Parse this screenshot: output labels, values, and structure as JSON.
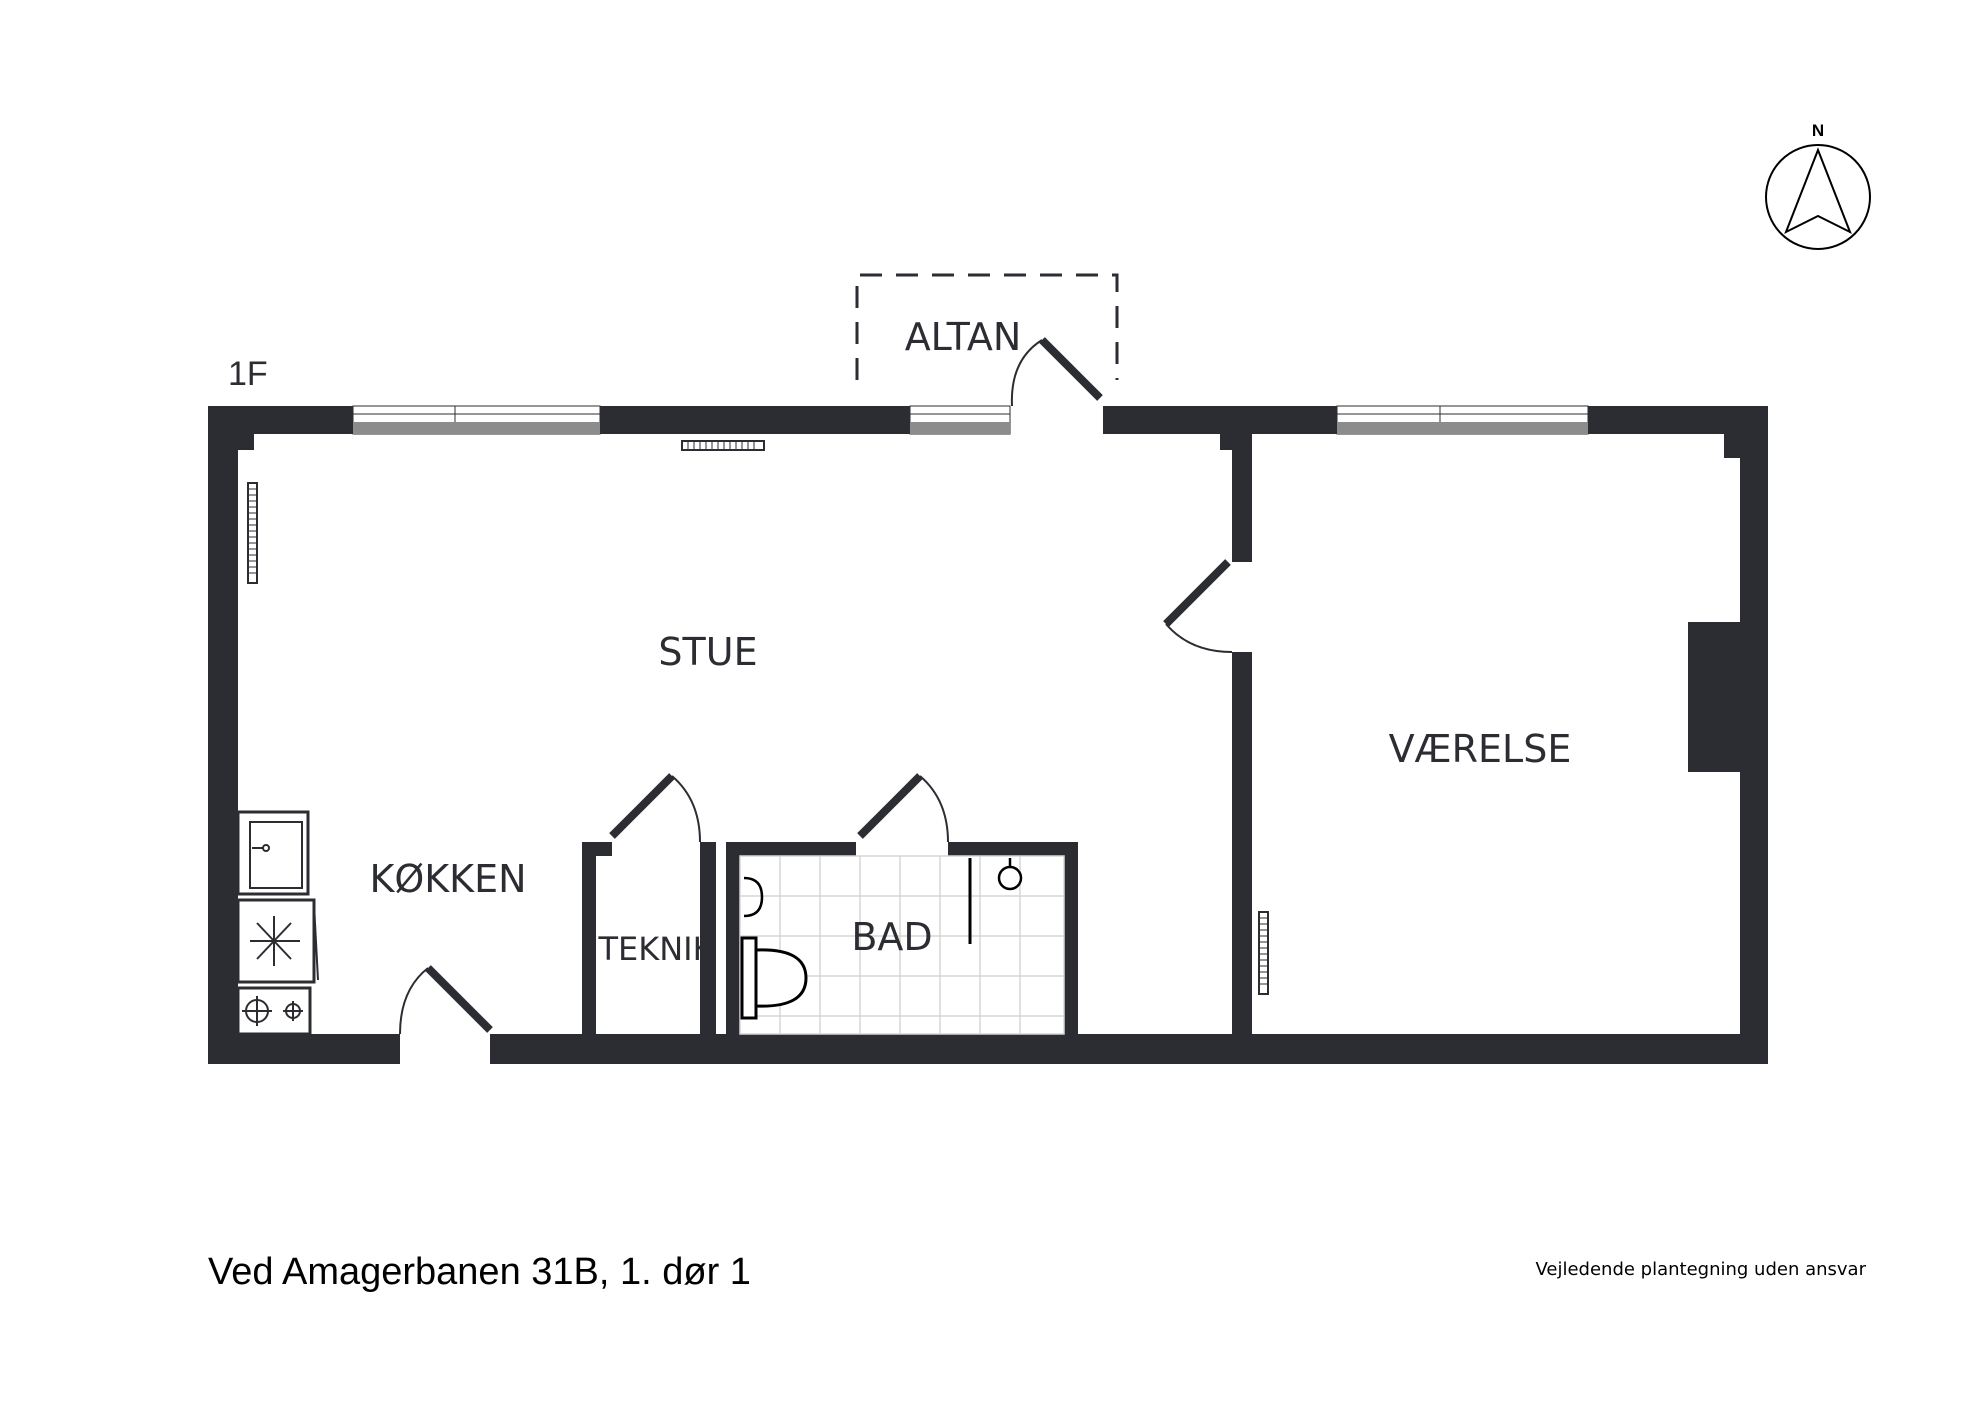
{
  "floor_label": "1F",
  "rooms": {
    "altan": "ALTAN",
    "stue": "STUE",
    "vaerelse": "VÆRELSE",
    "kokken": "KØKKEN",
    "teknik": "TEKNIK",
    "bad": "BAD"
  },
  "compass": {
    "label": "N"
  },
  "address": "Ved Amagerbanen 31B, 1. dør 1",
  "disclaimer": "Vejledende plantegning uden ansvar",
  "colors": {
    "wall": "#2c2d33",
    "window": "#8c8c8c",
    "tile": "#d6d6d6"
  }
}
